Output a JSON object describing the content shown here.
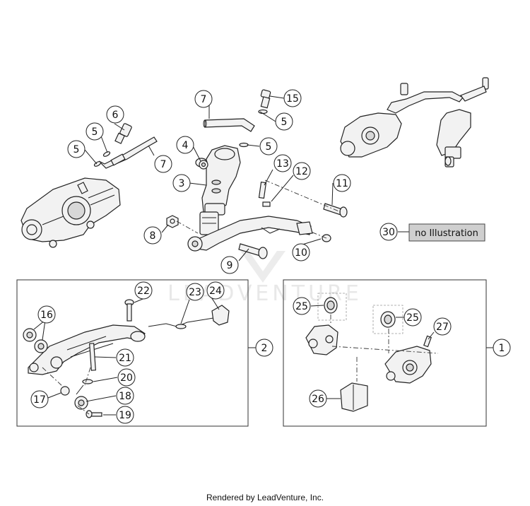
{
  "diagram": {
    "callouts": {
      "c1": "1",
      "c2": "2",
      "c3": "3",
      "c4": "4",
      "c5a": "5",
      "c5b": "5",
      "c5c": "5",
      "c5d": "5",
      "c6": "6",
      "c7a": "7",
      "c7b": "7",
      "c8": "8",
      "c9": "9",
      "c10": "10",
      "c11": "11",
      "c12": "12",
      "c13": "13",
      "c15": "15",
      "c16": "16",
      "c17": "17",
      "c18": "18",
      "c19": "19",
      "c20": "20",
      "c21": "21",
      "c22": "22",
      "c23": "23",
      "c24": "24",
      "c25a": "25",
      "c25b": "25",
      "c26": "26",
      "c27": "27",
      "c30": "30"
    },
    "no_illustration_label": "no Illustration",
    "watermark": "LEADVENTURE"
  },
  "footer": {
    "rendered_by": "Rendered by LeadVenture, Inc."
  }
}
